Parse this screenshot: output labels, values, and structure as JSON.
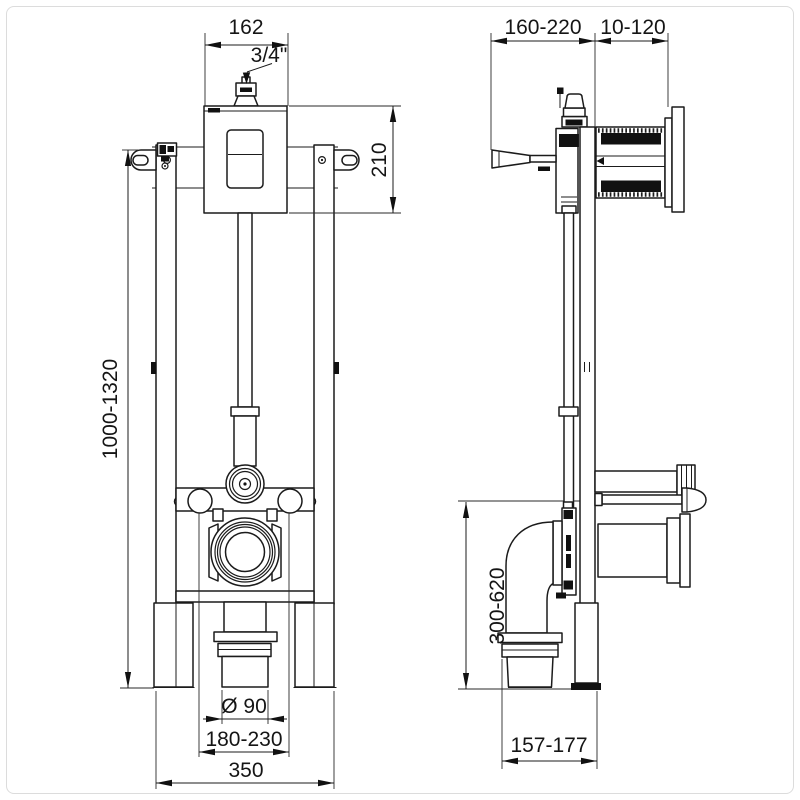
{
  "title": "Wall-mounted WC support frame installation drawing, front and side views",
  "colors": {
    "line": "#1b1b1b",
    "background": "#ffffff"
  },
  "labels": {
    "front": {
      "top_width": "162",
      "inlet_size": "3/4\"",
      "cistern_height": "210",
      "frame_height": "1000-1320",
      "outlet_diameter": "Ø 90",
      "outlet_spacing": "180-230",
      "frame_width": "350"
    },
    "side": {
      "frame_depth": "160-220",
      "wall_thickness": "10-120",
      "outlet_height": "300-620",
      "base_depth": "157-177"
    }
  }
}
